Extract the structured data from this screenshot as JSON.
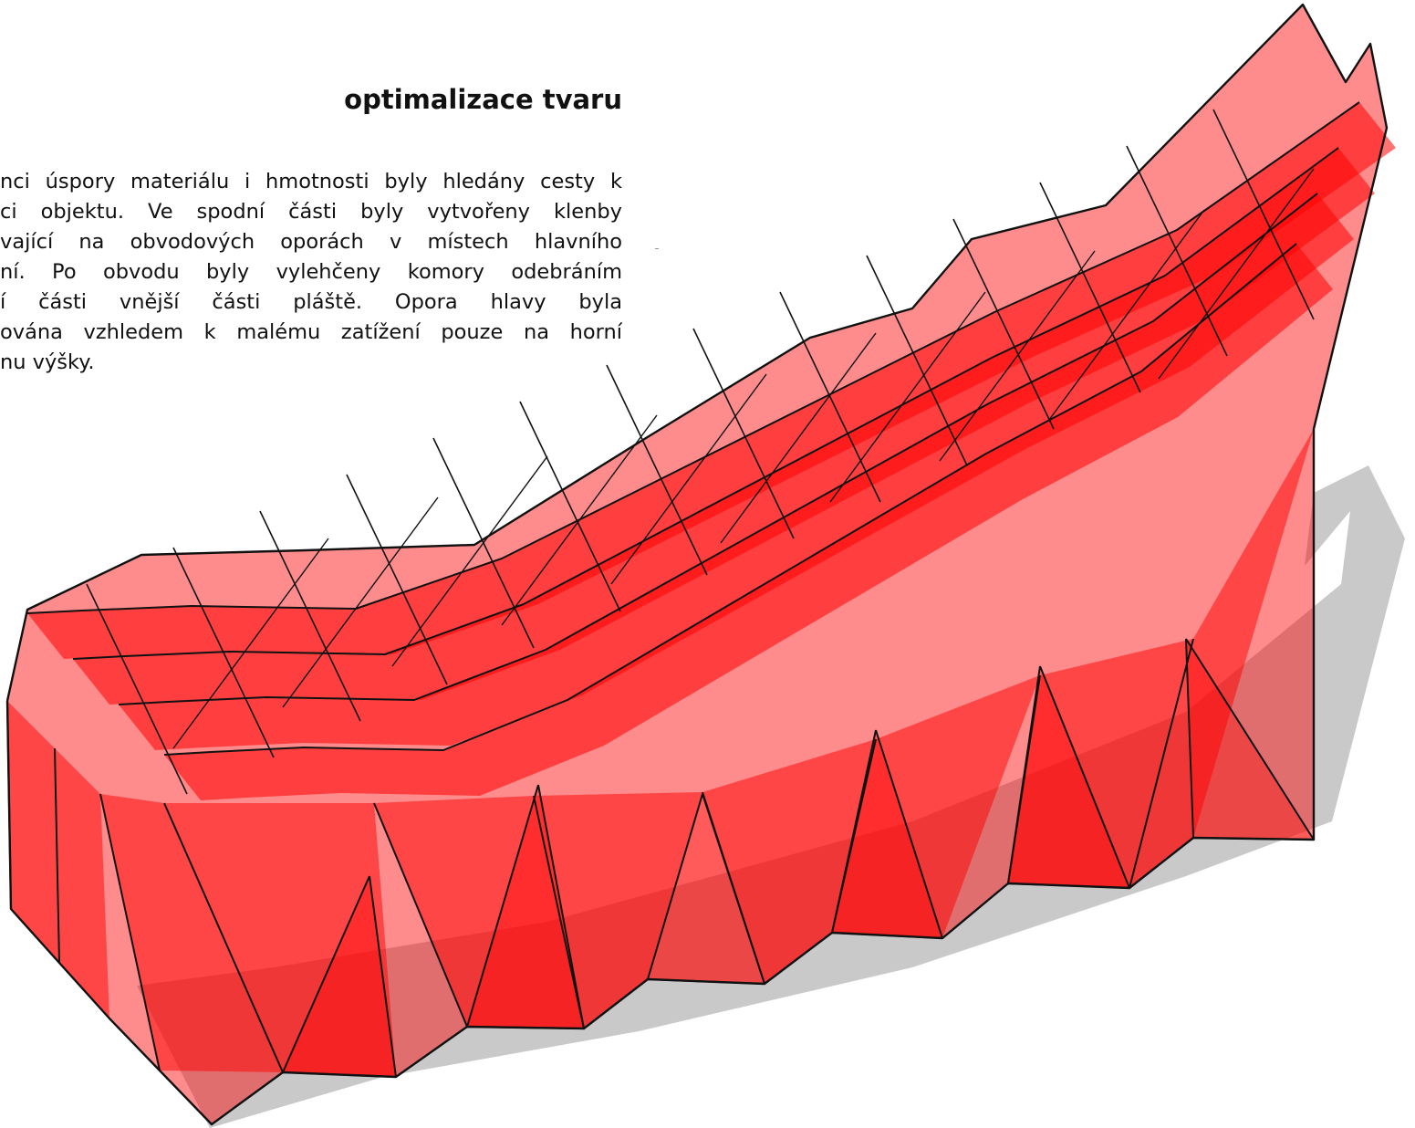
{
  "heading": "optimalizace tvaru",
  "body_lines": [
    "nci úspory materiálu i hmotnosti byly hledány cesty k",
    "ci objektu. Ve spodní části byly vytvořeny klenby",
    "vající na obvodových oporách v místech hlavního",
    "ní. Po obvodu byly vylehčeny komory odebráním",
    "í části vnější části pláště. Opora hlavy byla",
    "ována vzhledem k malému zatížení pouze na horní",
    "nu výšky."
  ],
  "colors": {
    "shadow": "#c9c9c9",
    "surface_fill": "#ff0000",
    "edge": "#111111",
    "background": "#ffffff"
  }
}
